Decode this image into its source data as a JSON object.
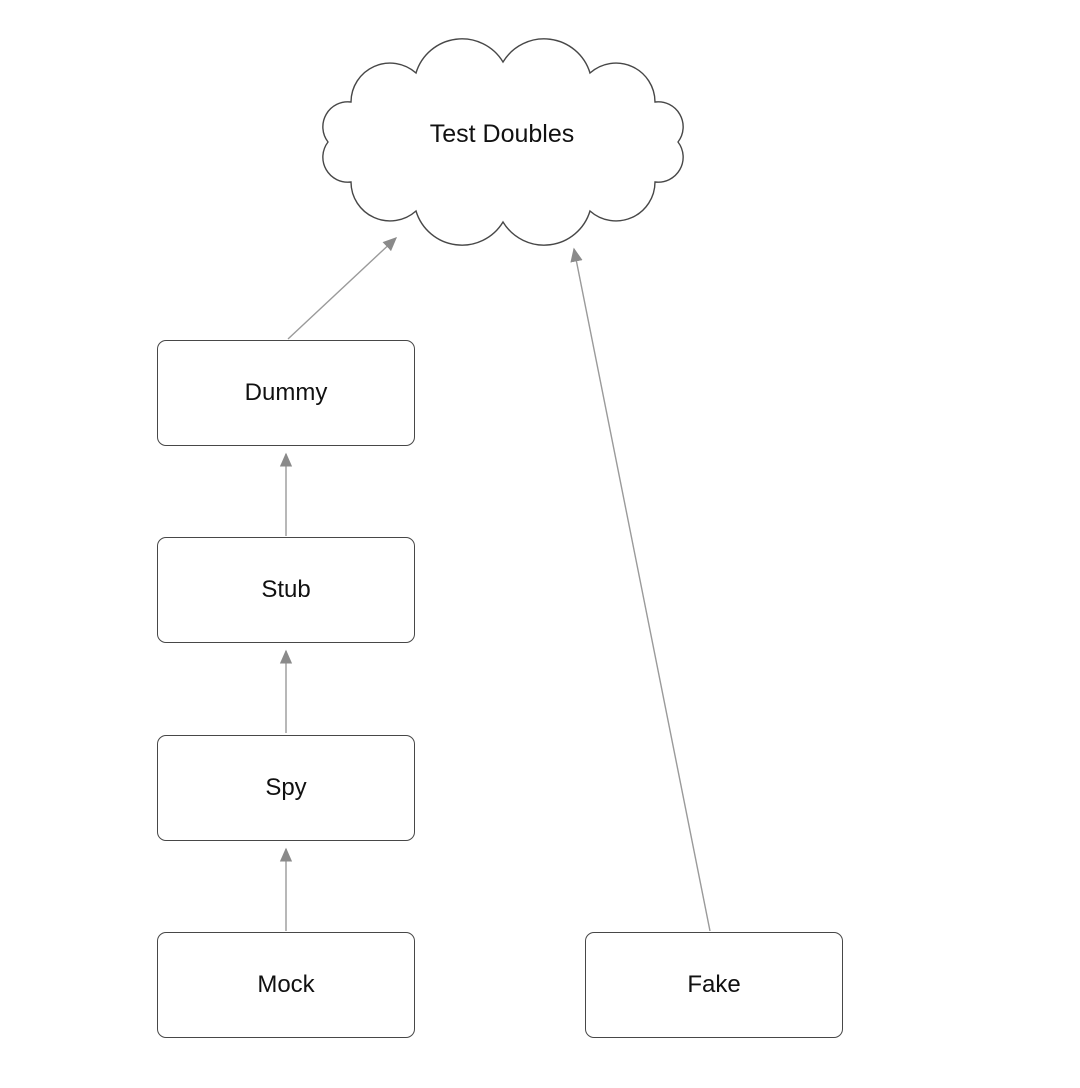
{
  "diagram": {
    "background_color": "#ffffff",
    "node_border_color": "#474747",
    "arrow_color": "#8f8f8f",
    "text_color": "#111111"
  },
  "nodes": {
    "cloud": {
      "label": "Test Doubles",
      "shape": "cloud"
    },
    "dummy": {
      "label": "Dummy",
      "shape": "rounded-rect"
    },
    "stub": {
      "label": "Stub",
      "shape": "rounded-rect"
    },
    "spy": {
      "label": "Spy",
      "shape": "rounded-rect"
    },
    "mock": {
      "label": "Mock",
      "shape": "rounded-rect"
    },
    "fake": {
      "label": "Fake",
      "shape": "rounded-rect"
    }
  },
  "edges": [
    {
      "from": "Mock",
      "to": "Spy"
    },
    {
      "from": "Spy",
      "to": "Stub"
    },
    {
      "from": "Stub",
      "to": "Dummy"
    },
    {
      "from": "Dummy",
      "to": "Test Doubles"
    },
    {
      "from": "Fake",
      "to": "Test Doubles"
    }
  ]
}
